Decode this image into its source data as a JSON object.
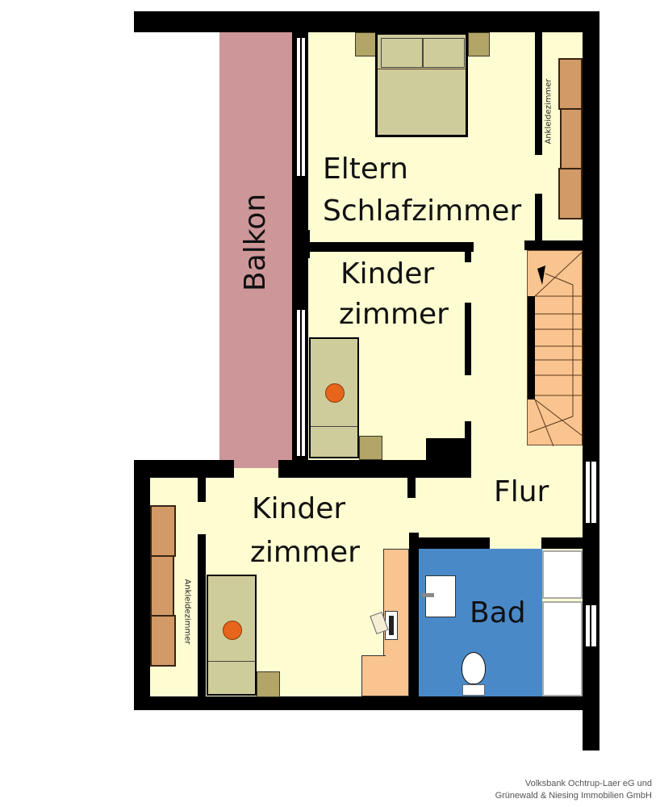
{
  "plan": {
    "type": "floor-plan",
    "colors": {
      "wall": "#000000",
      "floor": "#fefdd2",
      "balcony": "#cd9799",
      "bathroom": "#4a89c8",
      "stairs": "#f9c48f",
      "wardrobe": "#d19a67",
      "bed": "#cfcc9b",
      "nightstand": "#b3a467",
      "desk": "#f9c48f"
    },
    "rooms": {
      "balcony": "Balkon",
      "parents_bedroom_line1": "Eltern",
      "parents_bedroom_line2": "Schlafzimmer",
      "kids_room_1_line1": "Kinder",
      "kids_room_1_line2": "zimmer",
      "kids_room_2_line1": "Kinder",
      "kids_room_2_line2": "zimmer",
      "hallway": "Flur",
      "bathroom": "Bad",
      "dressing_room_top": "Ankleidezimmer",
      "dressing_room_bottom": "Ankleidezimmer"
    }
  },
  "credit": {
    "line1": "Volksbank Ochtrup-Laer eG und",
    "line2": "Grünewald & Niesing Immobilien GmbH"
  }
}
